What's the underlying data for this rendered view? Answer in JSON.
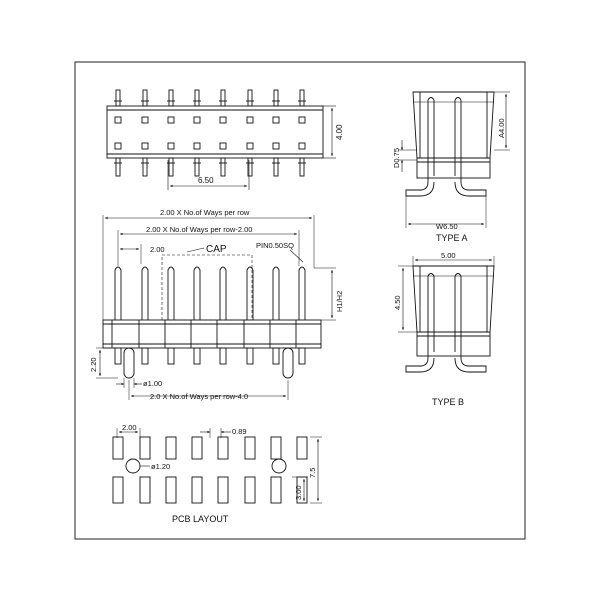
{
  "top_view": {
    "height_dim": "4.00",
    "width_dim": "6.50"
  },
  "side_view": {
    "total_dim": "2.00 X No.of Ways per row",
    "minus_dim": "2.00 X No.of Ways per row-2.00",
    "pitch_dim": "2.00",
    "cap_label": "CAP",
    "pin_label": "PIN0.50SQ",
    "height_label": "H1/H2",
    "tail_dim": "2.20",
    "peg_dim": "ø1.00",
    "bottom_dim": "2.0 X No.of Ways per row-4.0"
  },
  "type_a": {
    "height_dim": "A4.00",
    "gap_dim": "D0.75",
    "width_dim": "W6.50",
    "label": "TYPE A"
  },
  "type_b": {
    "width_dim": "5.00",
    "height_dim": "4.50",
    "label": "TYPE B"
  },
  "pcb_layout": {
    "pitch_dim": "2.00",
    "pad_dim": "0.89",
    "hole_dim": "ø1.20",
    "height_dim": "7.5",
    "pad_height_dim": "3.00",
    "label": "PCB LAYOUT"
  }
}
